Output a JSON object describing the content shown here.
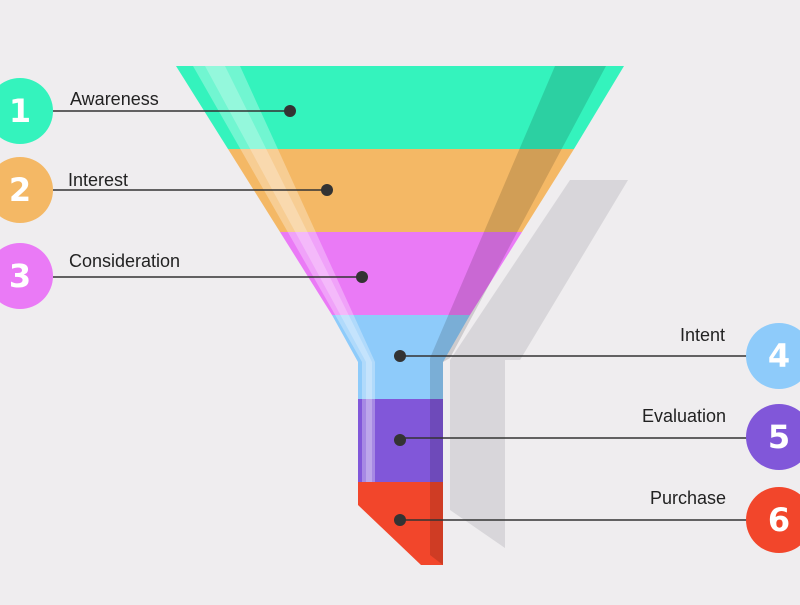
{
  "stages": [
    {
      "number": "1",
      "label": "Awareness",
      "color": "#34f3bd"
    },
    {
      "number": "2",
      "label": "Interest",
      "color": "#f4b865"
    },
    {
      "number": "3",
      "label": "Consideration",
      "color": "#ea7af6"
    },
    {
      "number": "4",
      "label": "Intent",
      "color": "#8ecbfa"
    },
    {
      "number": "5",
      "label": "Evaluation",
      "color": "#8157d9"
    },
    {
      "number": "6",
      "label": "Purchase",
      "color": "#f2462b"
    }
  ]
}
